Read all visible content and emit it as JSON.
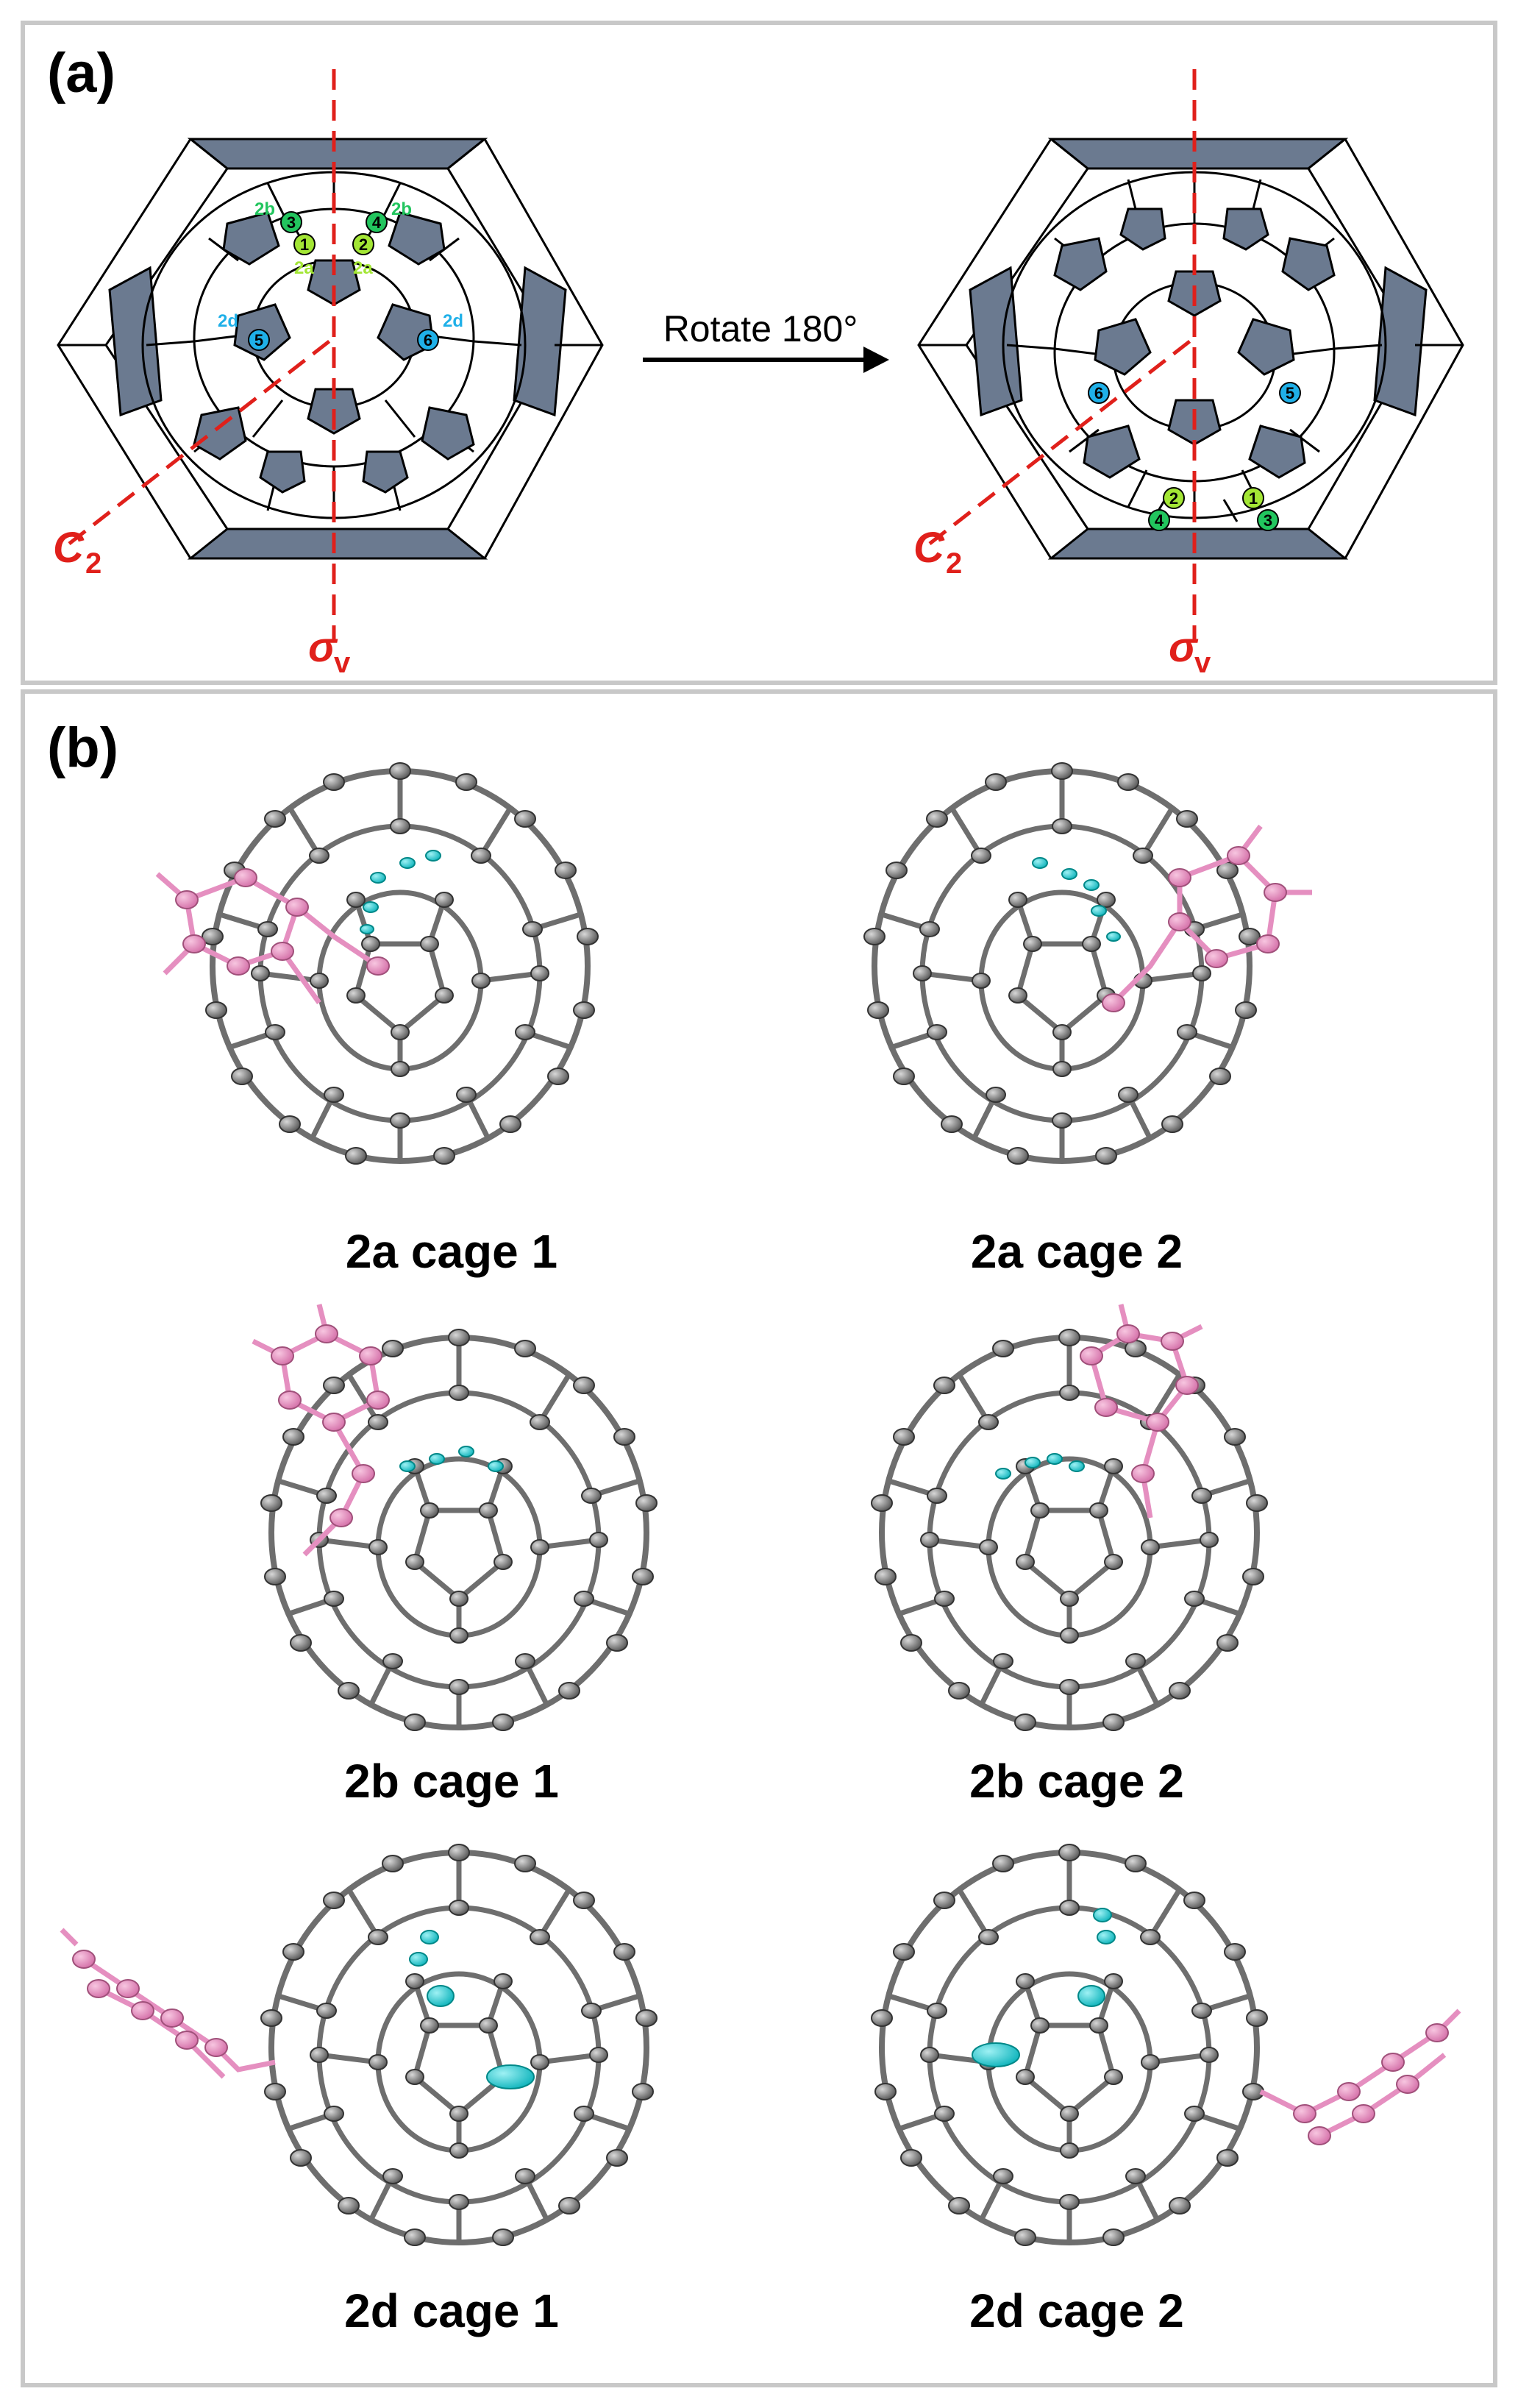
{
  "panel_a": {
    "label": "(a)",
    "arrow_label": "Rotate 180°",
    "c2_symbol": "C",
    "c2_subscript": "2",
    "sigma_symbol": "σ",
    "sigma_subscript": "v",
    "left_markers": {
      "n1": "1",
      "n2": "2",
      "n3": "3",
      "n4": "4",
      "n5": "5",
      "n6": "6",
      "l2b_left": "2b",
      "l2b_right": "2b",
      "l2a_left": "2a",
      "l2a_right": "2a",
      "l2d_left": "2d",
      "l2d_right": "2d"
    },
    "right_markers": {
      "n1": "1",
      "n2": "2",
      "n3": "3",
      "n4": "4",
      "n5": "5",
      "n6": "6"
    }
  },
  "panel_b": {
    "label": "(b)",
    "captions": {
      "c1": "2a cage 1",
      "c2": "2a cage 2",
      "c3": "2b cage 1",
      "c4": "2b cage 2",
      "c5": "2d cage 1",
      "c6": "2d cage 2"
    }
  },
  "colors": {
    "pentagon_fill": "#6b7a90",
    "symmetry_red": "#e0201b",
    "green_dark": "#22c55e",
    "green_light": "#a3e635",
    "blue_marker": "#1fb0e8",
    "cage_gray": "#6e6e6e",
    "adduct_pink": "#e58fc0",
    "metal_cyan": "#13c8d0"
  }
}
